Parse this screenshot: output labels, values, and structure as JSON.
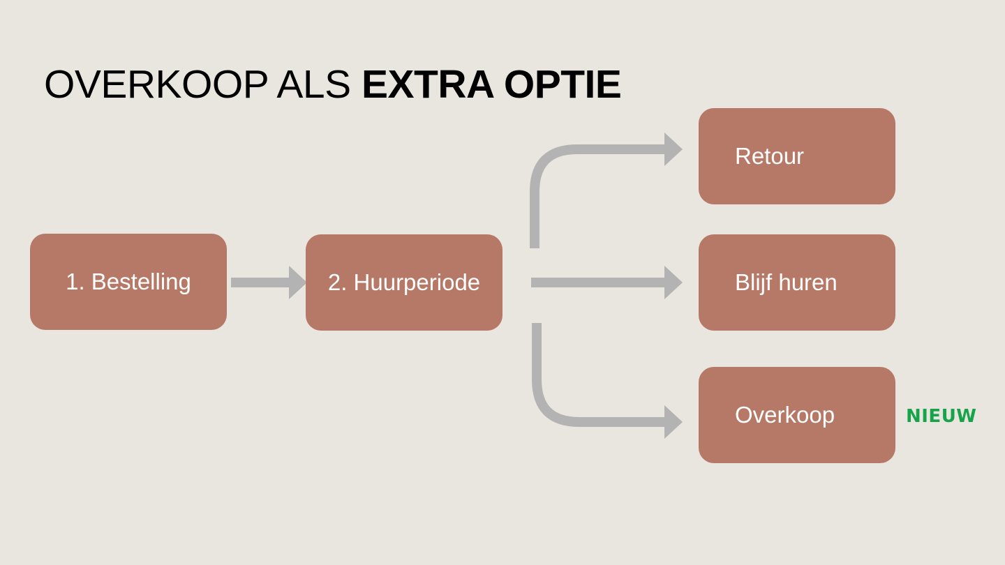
{
  "title": {
    "normal": "OVERKOOP ALS ",
    "bold": "EXTRA OPTIE"
  },
  "boxes": {
    "bestelling": "1. Bestelling",
    "huurperiode": "2. Huurperiode",
    "retour": "Retour",
    "blijf_huren": "Blijf huren",
    "overkoop": "Overkoop"
  },
  "badge": {
    "label": "NIEUW",
    "color": "#16a34a"
  },
  "colors": {
    "background": "#e9e6df",
    "box": "#b77967",
    "box_text": "#ffffff",
    "arrow": "#b3b3b3"
  }
}
